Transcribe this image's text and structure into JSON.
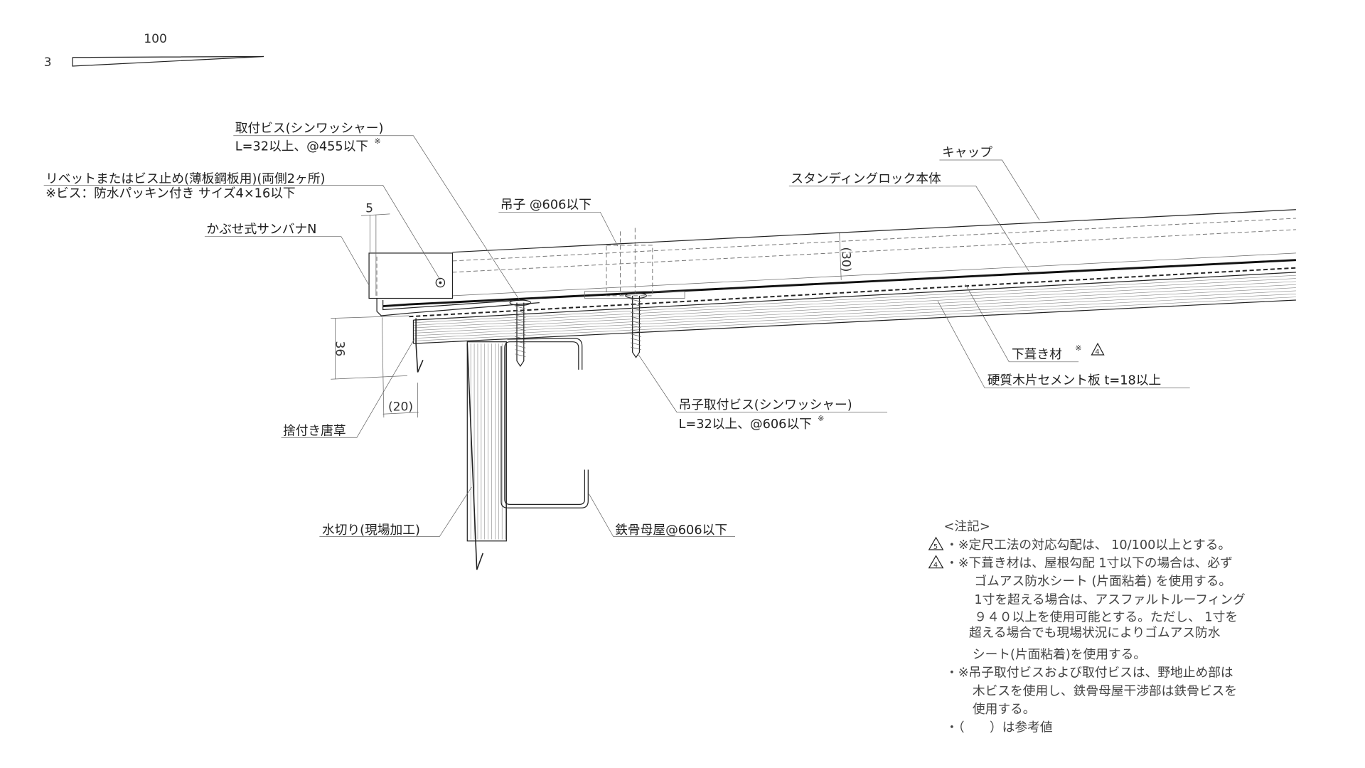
{
  "scale": {
    "rise": "3",
    "run": "100"
  },
  "labels": {
    "fixing_screw": {
      "line1": "取付ビス(シンワッシャー)",
      "line2": "L=32以上、@455以下",
      "mark": "※"
    },
    "rivet": {
      "line1": "リベットまたはビス止め(薄板鋼板用)(両側2ヶ所)",
      "line2": "※ビス：防水パッキン付き サイズ4×16以下"
    },
    "sanbana": "かぶせ式サンバナN",
    "clip": "吊子 @606以下",
    "cap": "キャップ",
    "body": "スタンディングロック本体",
    "underlay": {
      "text": "下葺き材",
      "mark": "※",
      "rev": "4"
    },
    "board": "硬質木片セメント板 t=18以上",
    "clip_screw": {
      "line1": "吊子取付ビス(シンワッシャー)",
      "line2": "L=32以上、@606以下",
      "mark": "※"
    },
    "karakusa": "捨付き唐草",
    "drip": "水切り(現場加工)",
    "purlin": "鉄骨母屋@606以下"
  },
  "dimensions": {
    "d5": "5",
    "d36": "36",
    "d20": "(20)",
    "d30": "(30)"
  },
  "notes": {
    "title": "<注記>",
    "lines": [
      {
        "rev": "5",
        "text": "・※定尺工法の対応勾配は、 10/100以上とする。"
      },
      {
        "rev": "4",
        "text": "・※下葺き材は、屋根勾配 1寸以下の場合は、必ず"
      },
      {
        "text": "ゴムアス防水シート (片面粘着) を使用する。"
      },
      {
        "text": "1寸を超える場合は、アスファルトルーフィング"
      },
      {
        "text": "９４０以上を使用可能とする。ただし、 1寸を"
      },
      {
        "text": "超える場合でも現場状況によりゴムアス防水"
      },
      {
        "text": "シート(片面粘着)を使用する。"
      },
      {
        "text": "・※吊子取付ビスおよび取付ビスは、野地止め部は"
      },
      {
        "text": "木ビスを使用し、鉄骨母屋干渉部は鉄骨ビスを"
      },
      {
        "text": "使用する。"
      },
      {
        "text": "・（　　）は参考値"
      }
    ]
  }
}
